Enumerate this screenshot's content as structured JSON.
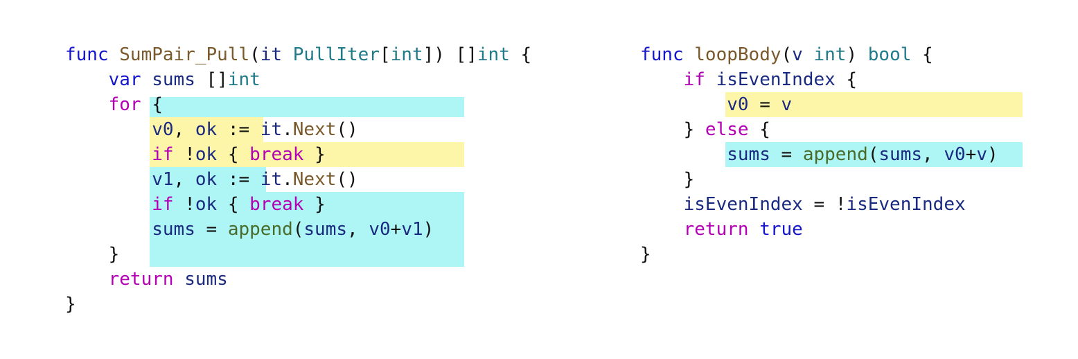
{
  "colors": {
    "keyword_blue": "#1515cc",
    "keyword_purple": "#b400b4",
    "function_brown": "#7a5a2b",
    "type_teal": "#207a8a",
    "identifier_navy": "#1a2a80",
    "builtin_green": "#4a6a2a",
    "highlight_yellow": "#fdf6a8",
    "highlight_cyan": "#aef6f6",
    "plain_text": "#111111"
  },
  "left_code": {
    "lines": [
      [
        {
          "t": "func",
          "c": "keyword_blue"
        },
        {
          "t": " "
        },
        {
          "t": "SumPair_Pull",
          "c": "function_brown"
        },
        {
          "t": "("
        },
        {
          "t": "it",
          "c": "identifier_navy"
        },
        {
          "t": " "
        },
        {
          "t": "PullIter",
          "c": "type_teal"
        },
        {
          "t": "["
        },
        {
          "t": "int",
          "c": "type_teal"
        },
        {
          "t": "]) []"
        },
        {
          "t": "int",
          "c": "type_teal"
        },
        {
          "t": " {"
        }
      ],
      [
        {
          "t": "    "
        },
        {
          "t": "var",
          "c": "keyword_blue"
        },
        {
          "t": " "
        },
        {
          "t": "sums",
          "c": "identifier_navy"
        },
        {
          "t": " []"
        },
        {
          "t": "int",
          "c": "type_teal"
        }
      ],
      [
        {
          "t": "    "
        },
        {
          "t": "for",
          "c": "keyword_purple"
        },
        {
          "t": " {"
        }
      ],
      [
        {
          "t": "        "
        },
        {
          "t": "v0",
          "c": "identifier_navy"
        },
        {
          "t": ", "
        },
        {
          "t": "ok",
          "c": "identifier_navy"
        },
        {
          "t": " := "
        },
        {
          "t": "it",
          "c": "identifier_navy"
        },
        {
          "t": "."
        },
        {
          "t": "Next",
          "c": "function_brown"
        },
        {
          "t": "()"
        }
      ],
      [
        {
          "t": "        "
        },
        {
          "t": "if",
          "c": "keyword_purple"
        },
        {
          "t": " !"
        },
        {
          "t": "ok",
          "c": "identifier_navy"
        },
        {
          "t": " { "
        },
        {
          "t": "break",
          "c": "keyword_purple"
        },
        {
          "t": " }"
        }
      ],
      [
        {
          "t": "        "
        },
        {
          "t": "v1",
          "c": "identifier_navy"
        },
        {
          "t": ", "
        },
        {
          "t": "ok",
          "c": "identifier_navy"
        },
        {
          "t": " := "
        },
        {
          "t": "it",
          "c": "identifier_navy"
        },
        {
          "t": "."
        },
        {
          "t": "Next",
          "c": "function_brown"
        },
        {
          "t": "()"
        }
      ],
      [
        {
          "t": "        "
        },
        {
          "t": "if",
          "c": "keyword_purple"
        },
        {
          "t": " !"
        },
        {
          "t": "ok",
          "c": "identifier_navy"
        },
        {
          "t": " { "
        },
        {
          "t": "break",
          "c": "keyword_purple"
        },
        {
          "t": " }"
        }
      ],
      [
        {
          "t": "        "
        },
        {
          "t": "sums",
          "c": "identifier_navy"
        },
        {
          "t": " = "
        },
        {
          "t": "append",
          "c": "builtin_green"
        },
        {
          "t": "("
        },
        {
          "t": "sums",
          "c": "identifier_navy"
        },
        {
          "t": ", "
        },
        {
          "t": "v0",
          "c": "identifier_navy"
        },
        {
          "t": "+"
        },
        {
          "t": "v1",
          "c": "identifier_navy"
        },
        {
          "t": ")"
        }
      ],
      [
        {
          "t": "    }"
        }
      ],
      [
        {
          "t": "    "
        },
        {
          "t": "return",
          "c": "keyword_purple"
        },
        {
          "t": " "
        },
        {
          "t": "sums",
          "c": "identifier_navy"
        }
      ],
      [
        {
          "t": "}"
        }
      ]
    ]
  },
  "right_code": {
    "lines": [
      [
        {
          "t": "func",
          "c": "keyword_blue"
        },
        {
          "t": " "
        },
        {
          "t": "loopBody",
          "c": "function_brown"
        },
        {
          "t": "("
        },
        {
          "t": "v",
          "c": "identifier_navy"
        },
        {
          "t": " "
        },
        {
          "t": "int",
          "c": "type_teal"
        },
        {
          "t": ") "
        },
        {
          "t": "bool",
          "c": "type_teal"
        },
        {
          "t": " {"
        }
      ],
      [
        {
          "t": "    "
        },
        {
          "t": "if",
          "c": "keyword_purple"
        },
        {
          "t": " "
        },
        {
          "t": "isEvenIndex",
          "c": "identifier_navy"
        },
        {
          "t": " {"
        }
      ],
      [
        {
          "t": "        "
        },
        {
          "t": "v0",
          "c": "identifier_navy"
        },
        {
          "t": " = "
        },
        {
          "t": "v",
          "c": "identifier_navy"
        }
      ],
      [
        {
          "t": "    } "
        },
        {
          "t": "else",
          "c": "keyword_purple"
        },
        {
          "t": " {"
        }
      ],
      [
        {
          "t": "        "
        },
        {
          "t": "sums",
          "c": "identifier_navy"
        },
        {
          "t": " = "
        },
        {
          "t": "append",
          "c": "builtin_green"
        },
        {
          "t": "("
        },
        {
          "t": "sums",
          "c": "identifier_navy"
        },
        {
          "t": ", "
        },
        {
          "t": "v0",
          "c": "identifier_navy"
        },
        {
          "t": "+"
        },
        {
          "t": "v",
          "c": "identifier_navy"
        },
        {
          "t": ")"
        }
      ],
      [
        {
          "t": "    }"
        }
      ],
      [
        {
          "t": "    "
        },
        {
          "t": "isEvenIndex",
          "c": "identifier_navy"
        },
        {
          "t": " = !"
        },
        {
          "t": "isEvenIndex",
          "c": "identifier_navy"
        }
      ],
      [
        {
          "t": "    "
        },
        {
          "t": "return",
          "c": "keyword_purple"
        },
        {
          "t": " "
        },
        {
          "t": "true",
          "c": "keyword_blue"
        }
      ],
      [
        {
          "t": "}"
        }
      ]
    ]
  }
}
